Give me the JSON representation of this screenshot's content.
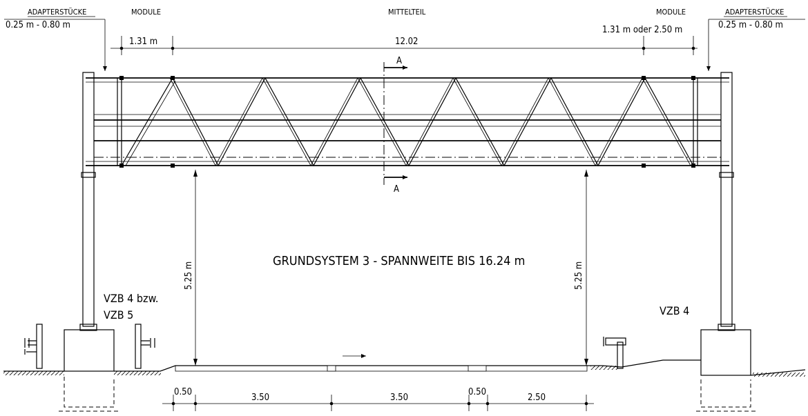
{
  "labels": {
    "adapter_left_title": "ADAPTERSTÜCKE",
    "adapter_left_range": "0.25 m - 0.80 m",
    "module_left": "MODULE",
    "mittelteil": "MITTELTEIL",
    "module_right": "MODULE",
    "adapter_right_title": "ADAPTERSTÜCKE",
    "adapter_right_range": "0.25 m - 0.80 m",
    "dim_left_module": "1.31 m",
    "dim_center": "12.02",
    "dim_right_module": "1.31 m oder 2.50 m",
    "section_top": "A",
    "section_bottom": "A",
    "clearance_left": "5.25 m",
    "clearance_right": "5.25 m",
    "main_caption": "GRUNDSYSTEM 3 - SPANNWEITE BIS 16.24 m",
    "vzb_left_line1": "VZB 4 bzw.",
    "vzb_left_line2": "VZB 5",
    "vzb_right": "VZB 4",
    "lane_dims": [
      "0.50",
      "3.50",
      "3.50",
      "0.50",
      "2.50"
    ]
  }
}
